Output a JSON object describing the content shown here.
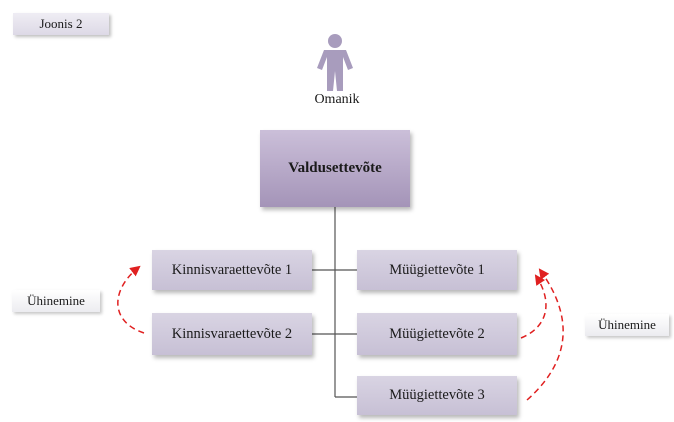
{
  "figure_label": "Joonis 2",
  "owner": {
    "label": "Omanik",
    "icon": "person-icon",
    "icon_color": "#a89cbd"
  },
  "holding": {
    "label": "Valdusettevõte"
  },
  "real_estate": [
    {
      "label": "Kinnisvaraettevõte 1"
    },
    {
      "label": "Kinnisvaraettevõte 2"
    }
  ],
  "sales": [
    {
      "label": "Müügiettevõte 1"
    },
    {
      "label": "Müügiettevõte 2"
    },
    {
      "label": "Müügiettevõte 3"
    }
  ],
  "merge_left": "Ühinemine",
  "merge_right": "Ühinemine",
  "colors": {
    "connector": "#555555",
    "merge_arrow": "#e02020"
  }
}
